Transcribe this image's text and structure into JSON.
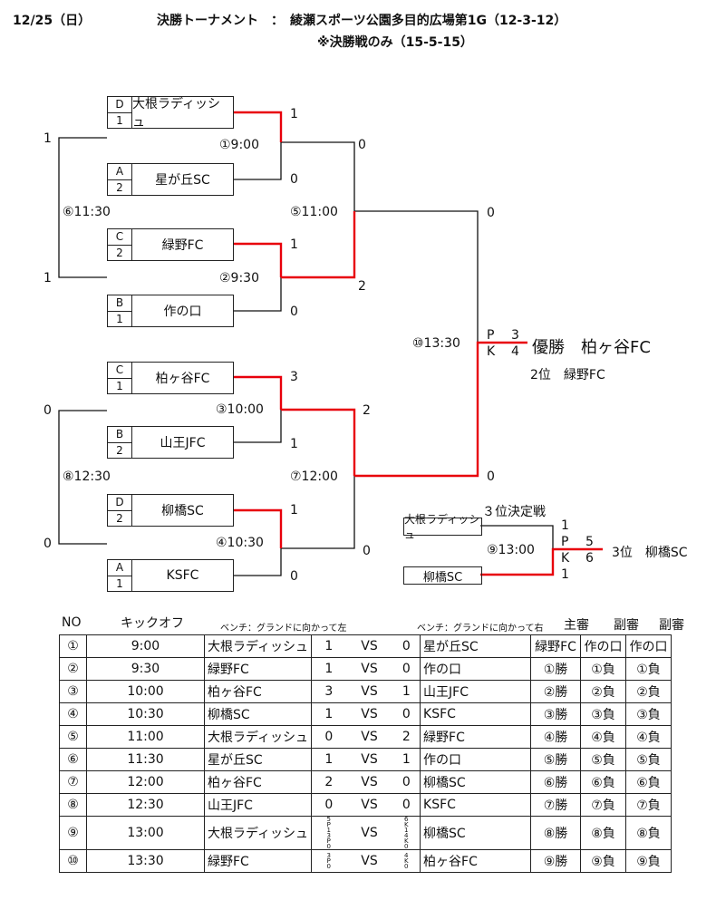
{
  "header": {
    "date": "12/25（日）",
    "title": "決勝トーナメント　：　綾瀬スポーツ公園多目的広場第1G（12-3-12）",
    "note": "※決勝戦のみ（15-5-15）"
  },
  "teams": [
    {
      "seed1": "D",
      "seed2": "1",
      "name": "大根ラディッシュ"
    },
    {
      "seed1": "A",
      "seed2": "2",
      "name": "星が丘SC"
    },
    {
      "seed1": "C",
      "seed2": "2",
      "name": "緑野FC"
    },
    {
      "seed1": "B",
      "seed2": "1",
      "name": "作の口"
    },
    {
      "seed1": "C",
      "seed2": "1",
      "name": "柏ヶ谷FC"
    },
    {
      "seed1": "B",
      "seed2": "2",
      "name": "山王JFC"
    },
    {
      "seed1": "D",
      "seed2": "2",
      "name": "柳橋SC"
    },
    {
      "seed1": "A",
      "seed2": "1",
      "name": "KSFC"
    }
  ],
  "bracket": {
    "m1": {
      "time": "①9:00",
      "top": "1",
      "bot": "0"
    },
    "m2": {
      "time": "②9:30",
      "top": "1",
      "bot": "0"
    },
    "m3": {
      "time": "③10:00",
      "top": "3",
      "bot": "1"
    },
    "m4": {
      "time": "④10:30",
      "top": "1",
      "bot": "0"
    },
    "m5": {
      "time": "⑤11:00",
      "top": "0",
      "bot": "2"
    },
    "m6": {
      "time": "⑥11:30",
      "top": "1",
      "bot": "1"
    },
    "m7": {
      "time": "⑦12:00",
      "top": "2",
      "bot": "0"
    },
    "m8": {
      "time": "⑧12:30",
      "top": "0",
      "bot": "0"
    },
    "m10": {
      "time": "⑩13:30",
      "top": "0",
      "bot": "0",
      "pk_p": "P",
      "pk_k": "K",
      "pk_top": "3",
      "pk_bot": "4"
    },
    "champion": "優勝　柏ヶ谷FC",
    "second": "2位　緑野FC",
    "third_place": {
      "title": "３位決定戦",
      "time": "⑨13:00",
      "team_top": "大根ラディッシュ",
      "team_bot": "柳橋SC",
      "top": "1",
      "bot": "1",
      "pk_p": "P",
      "pk_k": "K",
      "pk_top": "5",
      "pk_bot": "6",
      "result": "3位　柳橋SC"
    }
  },
  "table": {
    "headers": {
      "no": "NO",
      "kickoff": "キックオフ",
      "bench_left": "ベンチ：グランドに向かって左",
      "bench_right": "ベンチ：グランドに向かって右",
      "referee": "主審",
      "assist1": "副審",
      "assist2": "副審"
    },
    "rows": [
      {
        "no": "①",
        "time": "9:00",
        "left": "大根ラディッシュ",
        "ls": "1",
        "vs": "VS",
        "rs": "0",
        "right": "星が丘SC",
        "ref": "緑野FC",
        "a1": "作の口",
        "a2": "作の口"
      },
      {
        "no": "②",
        "time": "9:30",
        "left": "緑野FC",
        "ls": "1",
        "vs": "VS",
        "rs": "0",
        "right": "作の口",
        "ref": "①勝",
        "a1": "①負",
        "a2": "①負"
      },
      {
        "no": "③",
        "time": "10:00",
        "left": "柏ヶ谷FC",
        "ls": "3",
        "vs": "VS",
        "rs": "1",
        "right": "山王JFC",
        "ref": "②勝",
        "a1": "②負",
        "a2": "②負"
      },
      {
        "no": "④",
        "time": "10:30",
        "left": "柳橋SC",
        "ls": "1",
        "vs": "VS",
        "rs": "0",
        "right": "KSFC",
        "ref": "③勝",
        "a1": "③負",
        "a2": "③負"
      },
      {
        "no": "⑤",
        "time": "11:00",
        "left": "大根ラディッシュ",
        "ls": "0",
        "vs": "VS",
        "rs": "2",
        "right": "緑野FC",
        "ref": "④勝",
        "a1": "④負",
        "a2": "④負"
      },
      {
        "no": "⑥",
        "time": "11:30",
        "left": "星が丘SC",
        "ls": "1",
        "vs": "VS",
        "rs": "1",
        "right": "作の口",
        "ref": "⑤勝",
        "a1": "⑤負",
        "a2": "⑤負"
      },
      {
        "no": "⑦",
        "time": "12:00",
        "left": "柏ヶ谷FC",
        "ls": "2",
        "vs": "VS",
        "rs": "0",
        "right": "柳橋SC",
        "ref": "⑥勝",
        "a1": "⑥負",
        "a2": "⑥負"
      },
      {
        "no": "⑧",
        "time": "12:30",
        "left": "山王JFC",
        "ls": "0",
        "vs": "VS",
        "rs": "0",
        "right": "KSFC",
        "ref": "⑦勝",
        "a1": "⑦負",
        "a2": "⑦負"
      },
      {
        "no": "⑨",
        "time": "13:00",
        "left": "大根ラディッシュ",
        "ls": "5P13P0",
        "vs": "VS",
        "rs": "6K14K0",
        "right": "柳橋SC",
        "ref": "⑧勝",
        "a1": "⑧負",
        "a2": "⑧負"
      },
      {
        "no": "⑩",
        "time": "13:30",
        "left": "緑野FC",
        "ls": "3P0",
        "vs": "VS",
        "rs": "4K0",
        "right": "柏ヶ谷FC",
        "ref": "⑨勝",
        "a1": "⑨負",
        "a2": "⑨負"
      }
    ]
  },
  "colors": {
    "win_line": "#e8000b",
    "line": "#111111"
  }
}
